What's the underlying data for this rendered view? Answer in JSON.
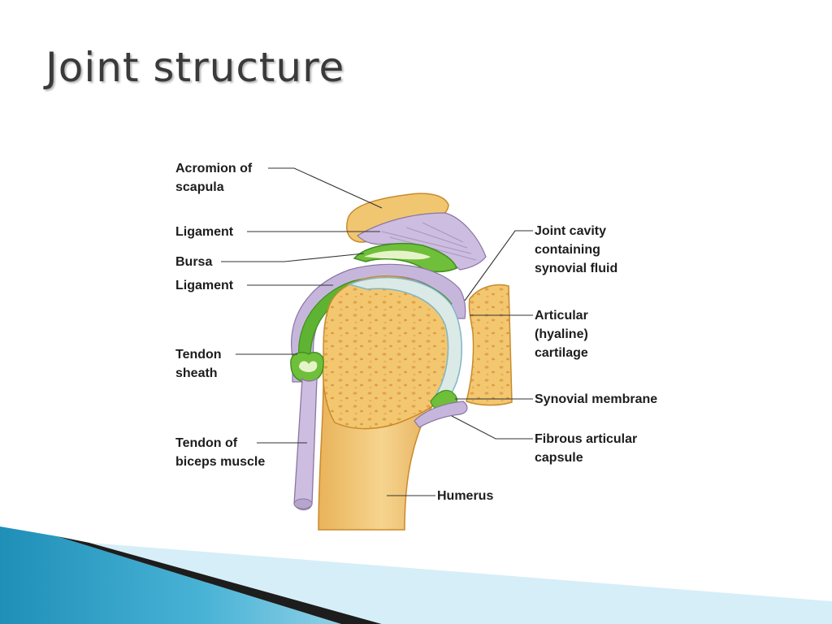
{
  "slide": {
    "title": "Joint structure"
  },
  "labels": {
    "acromion": "Acromion of\nscapula",
    "ligament_top": "Ligament",
    "bursa": "Bursa",
    "ligament_mid": "Ligament",
    "tendon_sheath": "Tendon\nsheath",
    "tendon_biceps": "Tendon of\nbiceps muscle",
    "joint_cavity": "Joint cavity\ncontaining\nsynovial fluid",
    "articular_cartilage": "Articular\n(hyaline)\ncartilage",
    "synovial_membrane": "Synovial membrane",
    "fibrous_capsule": "Fibrous articular\ncapsule",
    "humerus": "Humerus"
  },
  "colors": {
    "bone": "#f2c46a",
    "bone_edge": "#c98a2c",
    "cartilage": "#dbeae6",
    "cartilage_edge": "#7fb6c7",
    "synovial": "#6fbf3a",
    "synovial_dark": "#3f8f1f",
    "ligament": "#c9b8da",
    "ligament_edge": "#8a76a3",
    "footer_teal": "#2a9cc0",
    "footer_light": "#bfe3f0"
  }
}
